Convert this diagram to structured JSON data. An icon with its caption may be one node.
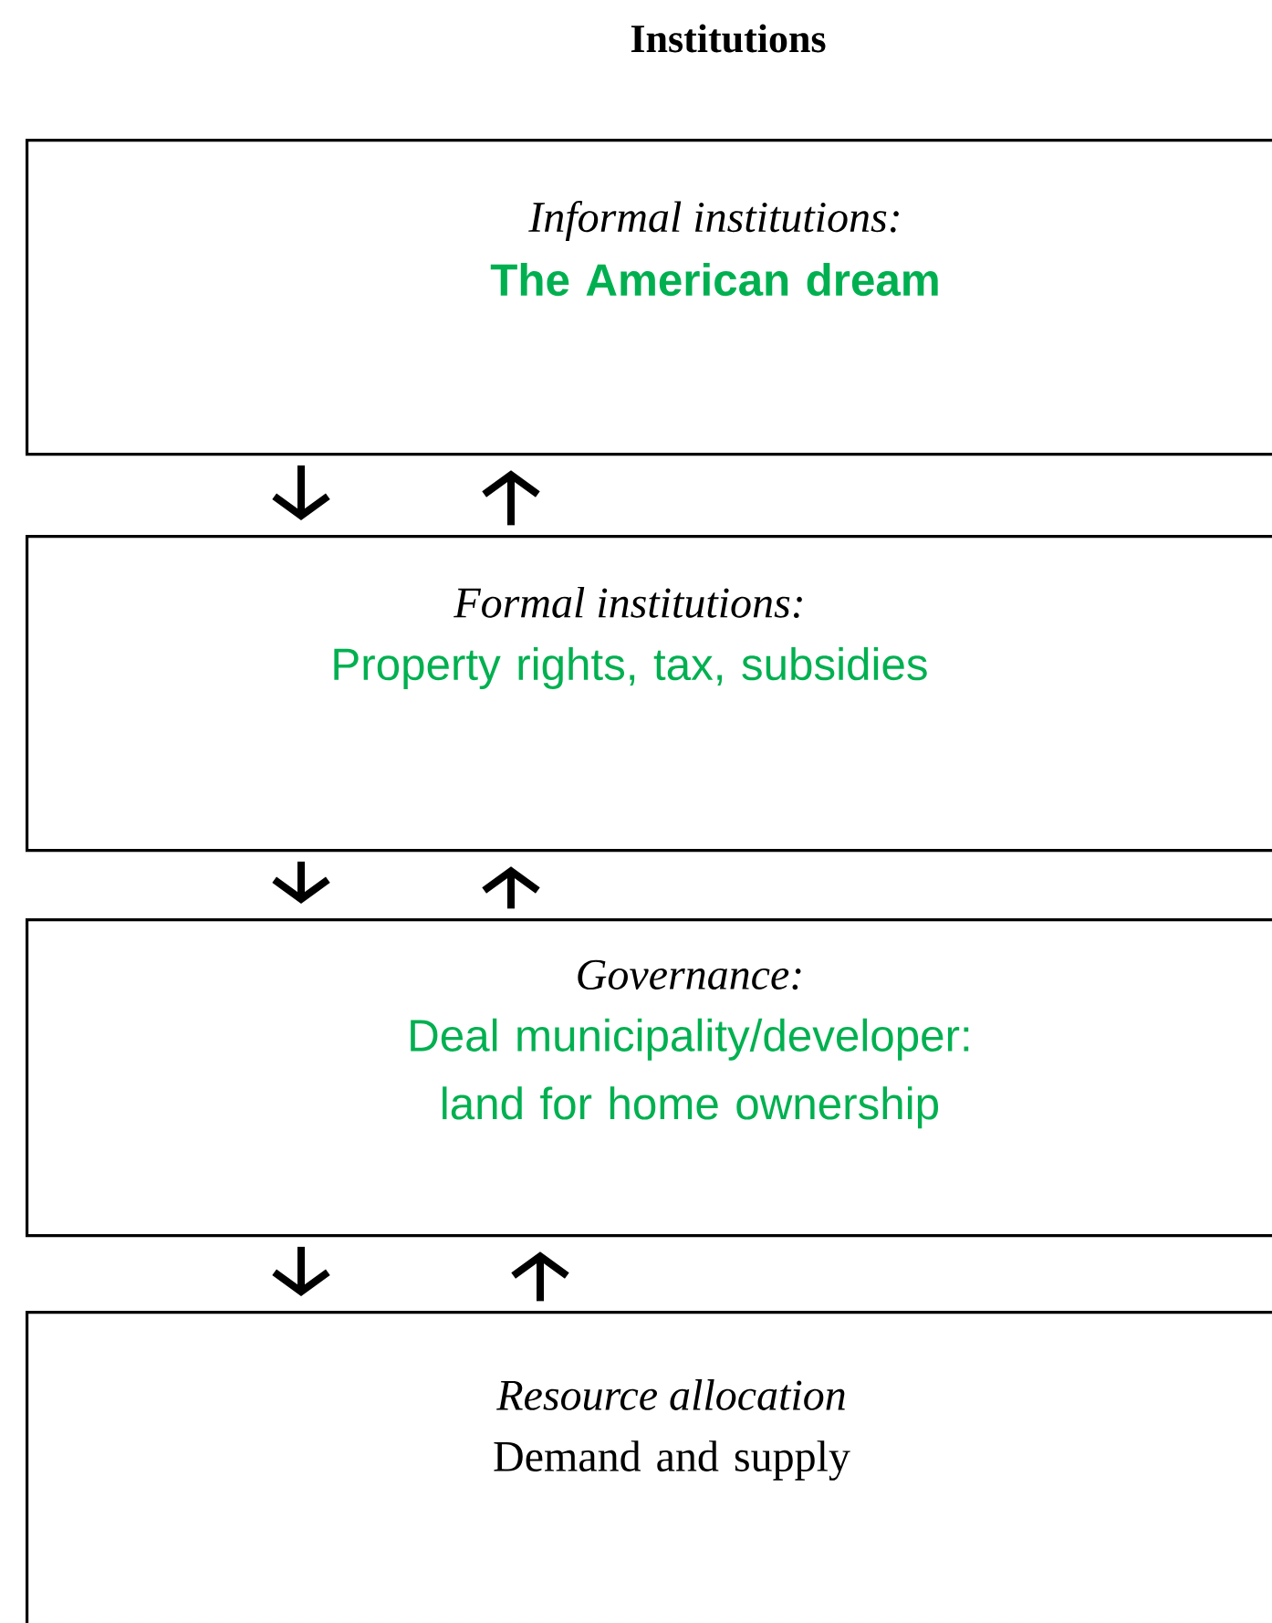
{
  "diagram": {
    "title": "Institutions",
    "nodes": [
      {
        "text": [
          "Informal institutions:",
          "The American dream"
        ]
      },
      {
        "text": [
          "Formal institutions:",
          "Property rights, tax, subsidies"
        ]
      },
      {
        "text": [
          "Governance:",
          "Deal municipality/developer: land for home ownership"
        ]
      },
      {
        "text": [
          "Resource allocation",
          "Demand and supply"
        ]
      }
    ],
    "edges": [
      {
        "from": 0,
        "to": 1,
        "arrow": "to"
      },
      {
        "from": 1,
        "to": 0,
        "arrow": "to"
      },
      {
        "from": 1,
        "to": 2,
        "arrow": "to"
      },
      {
        "from": 2,
        "to": 1,
        "arrow": "to"
      },
      {
        "from": 2,
        "to": 3,
        "arrow": "to"
      },
      {
        "from": 3,
        "to": 2,
        "arrow": "to"
      }
    ]
  }
}
